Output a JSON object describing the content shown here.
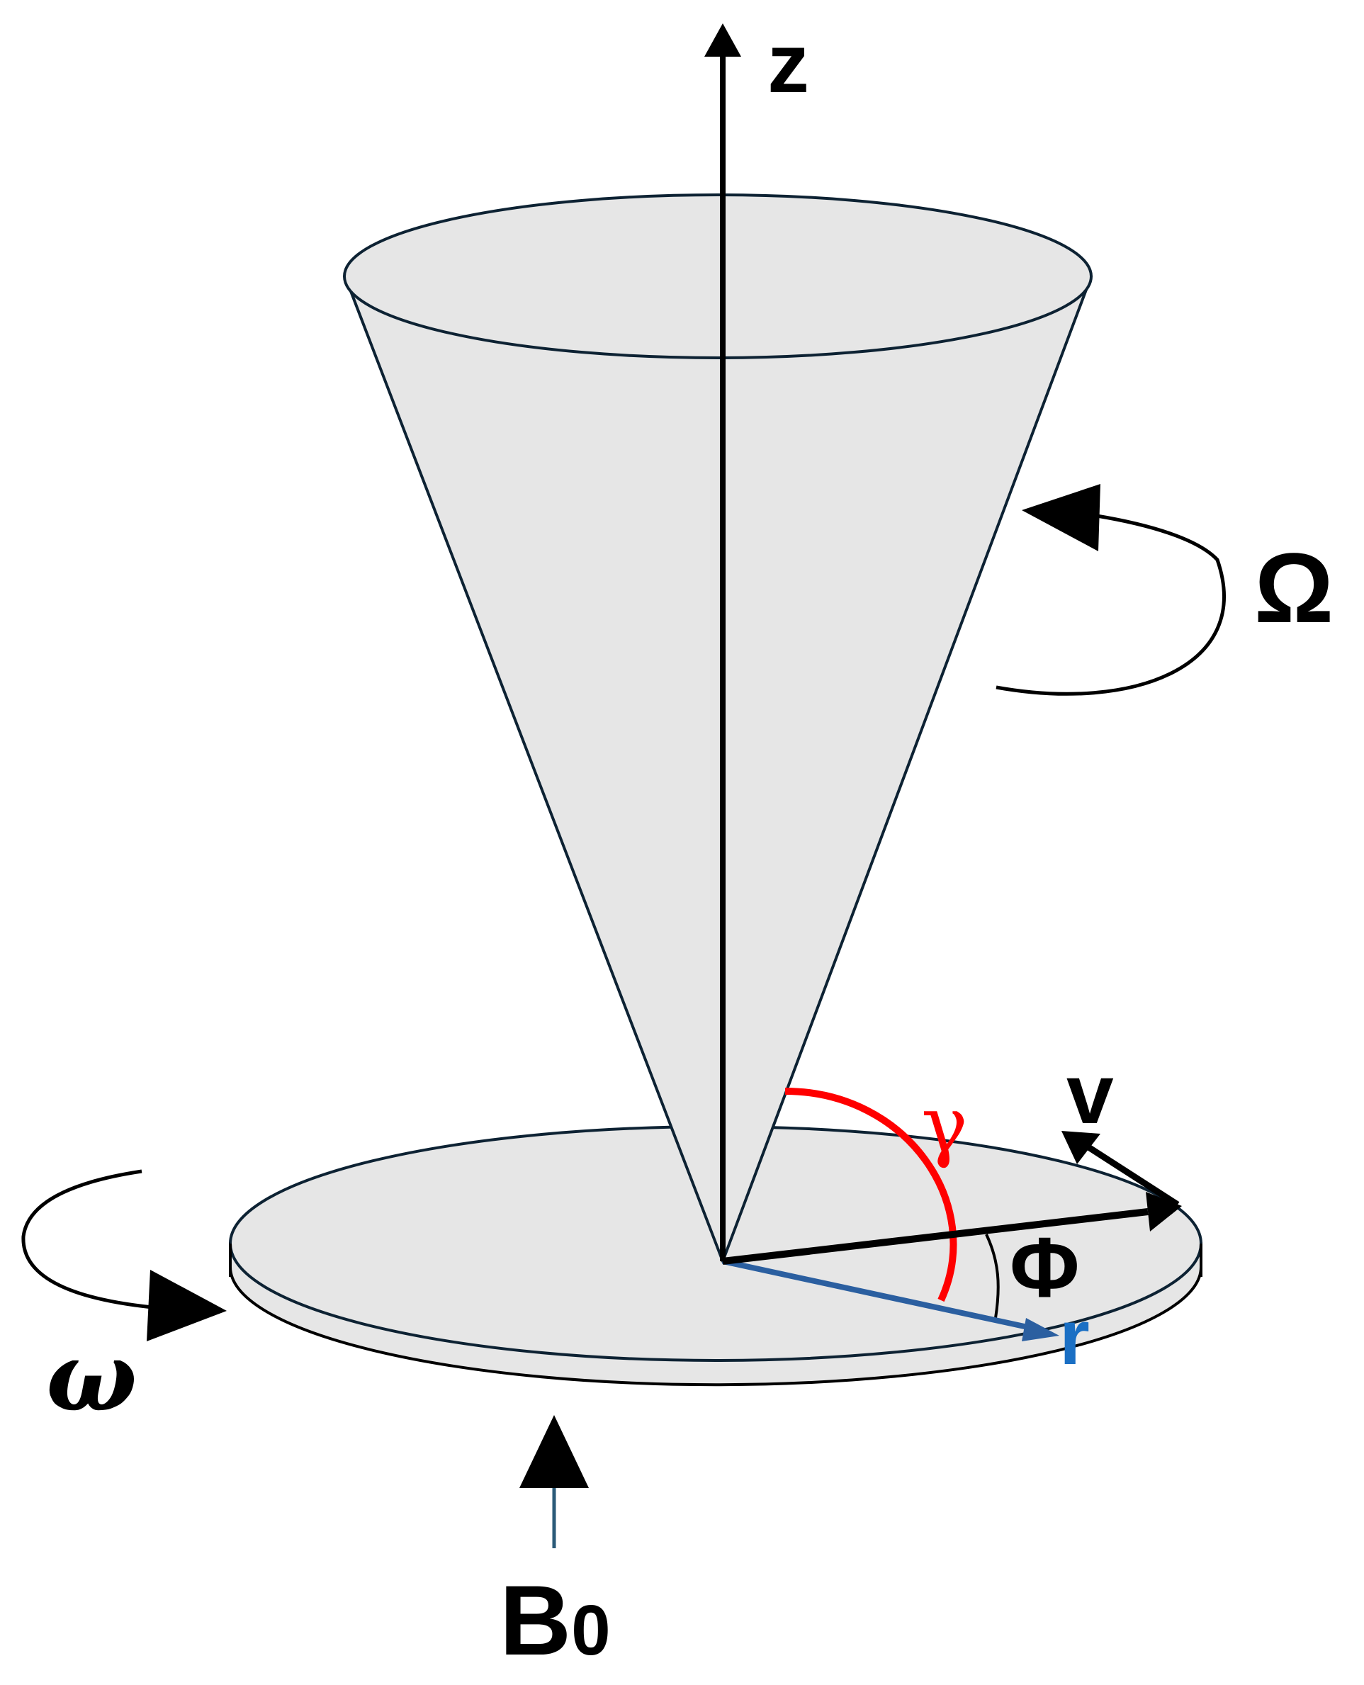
{
  "labels": {
    "z_axis": "z",
    "cone_rotation": "Ω",
    "disk_rotation": "ω",
    "field_main": "B",
    "field_sub": "0",
    "angle_gamma": "γ",
    "angle_phi": "Φ",
    "vector_v": "v",
    "vector_r": "r"
  },
  "colors": {
    "outline": "#0d2233",
    "fill": "#e6e6e6",
    "black": "#000000",
    "gamma_arc": "#ff0000",
    "r_vector": "#2b5fa0",
    "r_label": "#1a6fc4",
    "field_stem": "#2a5a78"
  }
}
